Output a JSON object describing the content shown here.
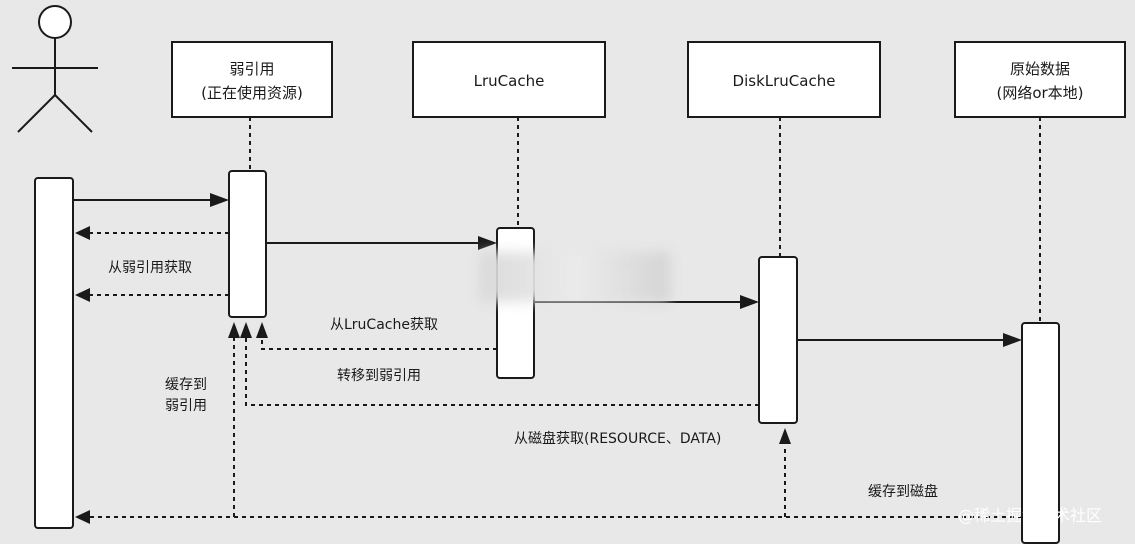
{
  "participants": [
    {
      "id": "user",
      "label": ""
    },
    {
      "id": "weak-ref",
      "title": "弱引用",
      "subtitle": "(正在使用资源)"
    },
    {
      "id": "lru-cache",
      "title": "LruCache",
      "subtitle": ""
    },
    {
      "id": "disk-lru-cache",
      "title": "DiskLruCache",
      "subtitle": ""
    },
    {
      "id": "source",
      "title": "原始数据",
      "subtitle": "(网络or本地)"
    }
  ],
  "labels": {
    "from_weak_ref": "从弱引用获取",
    "from_lru": "从LruCache获取",
    "move_to_weak": "转移到弱引用",
    "cache_to_weak_1": "缓存到",
    "cache_to_weak_2": "弱引用",
    "from_disk": "从磁盘获取(RESOURCE、DATA)",
    "cache_to_disk": "缓存到磁盘"
  },
  "watermark": "@稀土掘金技术社区",
  "colors": {
    "background": "#e8e8e8",
    "box_fill": "#ffffff",
    "stroke": "#1a1a1a"
  }
}
